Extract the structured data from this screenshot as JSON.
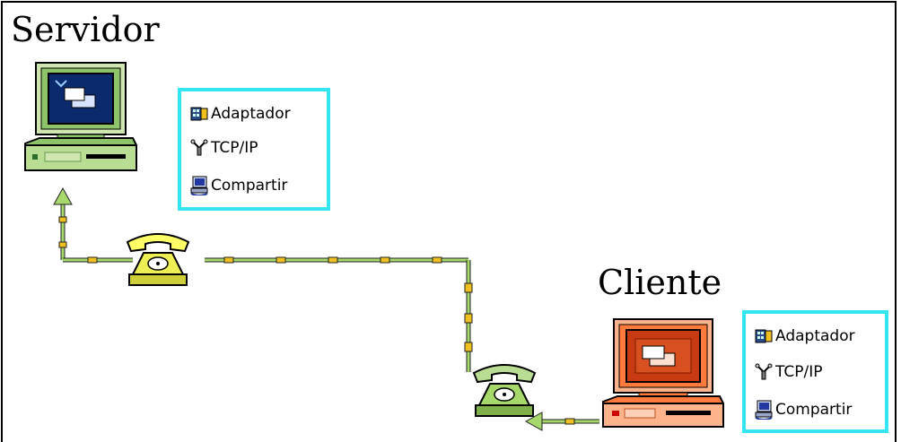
{
  "server": {
    "title": "Servidor",
    "items": [
      {
        "label": "Adaptador",
        "icon": "network-adapter-icon"
      },
      {
        "label": "TCP/IP",
        "icon": "network-protocol-icon"
      },
      {
        "label": "Compartir",
        "icon": "file-sharing-icon"
      }
    ]
  },
  "client": {
    "title": "Cliente",
    "items": [
      {
        "label": "Adaptador",
        "icon": "network-adapter-icon"
      },
      {
        "label": "TCP/IP",
        "icon": "network-protocol-icon"
      },
      {
        "label": "Compartir",
        "icon": "file-sharing-icon"
      }
    ]
  },
  "colors": {
    "box_border": "#33e6f2",
    "line": "#9bd06a",
    "server_computer": "#2e8b57",
    "client_computer": "#ff6633",
    "phone": "#ffff66"
  }
}
